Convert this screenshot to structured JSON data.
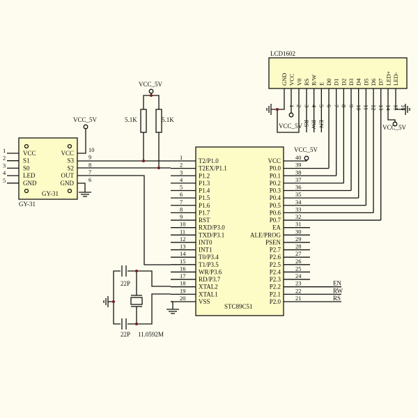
{
  "colors": {
    "background": "#fdfcee",
    "component_fill": "#fdfbc6",
    "wire": "#111111",
    "junction": "#7a1a1a"
  },
  "mcu": {
    "name": "STC89C51",
    "left_pins": [
      [
        "1",
        "T2/P1.0"
      ],
      [
        "2",
        "T2EX/P1.1"
      ],
      [
        "3",
        "P1.2"
      ],
      [
        "4",
        "P1.3"
      ],
      [
        "5",
        "P1.4"
      ],
      [
        "6",
        "P1.5"
      ],
      [
        "7",
        "P1.6"
      ],
      [
        "8",
        "P1.7"
      ],
      [
        "9",
        "RST"
      ],
      [
        "10",
        "RXD/P3.0"
      ],
      [
        "11",
        "TXD/P3.1"
      ],
      [
        "12",
        "INT0"
      ],
      [
        "13",
        "INT1"
      ],
      [
        "14",
        "T0/P3.4"
      ],
      [
        "15",
        "T1/P3.5"
      ],
      [
        "16",
        "WR/P3.6"
      ],
      [
        "17",
        "RD/P3.7"
      ],
      [
        "18",
        "XTAL2"
      ],
      [
        "19",
        "XTAL1"
      ],
      [
        "20",
        "VSS"
      ]
    ],
    "right_pins": [
      [
        "40",
        "VCC"
      ],
      [
        "39",
        "P0.0"
      ],
      [
        "38",
        "P0.1"
      ],
      [
        "37",
        "P0.2"
      ],
      [
        "36",
        "P0.3"
      ],
      [
        "35",
        "P0.4"
      ],
      [
        "34",
        "P0.5"
      ],
      [
        "33",
        "P0.6"
      ],
      [
        "32",
        "P0.7"
      ],
      [
        "31",
        "EA"
      ],
      [
        "30",
        "ALE/PROG"
      ],
      [
        "29",
        "PSEN"
      ],
      [
        "28",
        "P2.7"
      ],
      [
        "27",
        "P2.6"
      ],
      [
        "26",
        "P2.5"
      ],
      [
        "25",
        "P2.4"
      ],
      [
        "24",
        "P2.3"
      ],
      [
        "23",
        "P2.2"
      ],
      [
        "22",
        "P2.1"
      ],
      [
        "21",
        "P2.0"
      ]
    ],
    "net_labels": {
      "p23": "EN",
      "p22": "RW",
      "p21": "RS"
    }
  },
  "lcd": {
    "name": "LCD1602",
    "pins": [
      "GND",
      "VCC",
      "V0",
      "RS",
      "R/W",
      "E",
      "D0",
      "D1",
      "D2",
      "D3",
      "D4",
      "D5",
      "D6",
      "D7",
      "LED+",
      "LED-"
    ],
    "numbers": [
      "1",
      "2",
      "3",
      "4",
      "5",
      "6",
      "7",
      "8",
      "9",
      "10",
      "11",
      "12",
      "13",
      "14",
      "15",
      "16"
    ],
    "net_labels": [
      "RS",
      "RW",
      "EN"
    ]
  },
  "sensor": {
    "name": "GY-31",
    "caption": "GY-31",
    "left_pins": [
      [
        "1",
        "VCC"
      ],
      [
        "2",
        "S1"
      ],
      [
        "3",
        "S0"
      ],
      [
        "4",
        "LED"
      ],
      [
        "5",
        "GND"
      ]
    ],
    "right_pins": [
      [
        "10",
        "VCC"
      ],
      [
        "9",
        "S3"
      ],
      [
        "8",
        "S2"
      ],
      [
        "7",
        "OUT"
      ],
      [
        "6",
        "GND"
      ]
    ]
  },
  "power": {
    "vcc": "VCC_5V"
  },
  "resistors": [
    "5.1K",
    "5.1K"
  ],
  "capacitors": [
    "22P",
    "22P"
  ],
  "crystal": "11.0592M"
}
